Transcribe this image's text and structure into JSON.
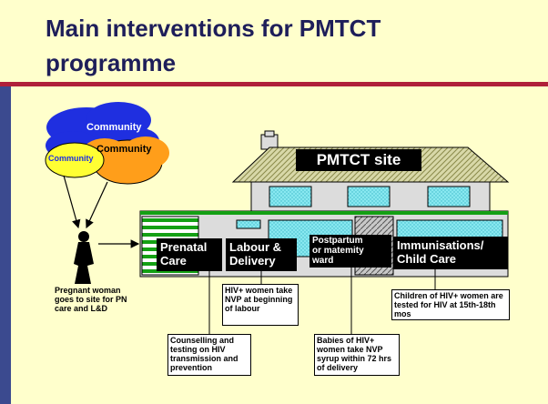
{
  "slide": {
    "title_line1": "Main interventions for PMTCT",
    "title_line2": "programme"
  },
  "clouds": {
    "top": "Community",
    "middle": "Community",
    "small": "Community"
  },
  "site": {
    "name": "PMTCT site"
  },
  "woman": {
    "caption": "Pregnant woman goes to site for PN care and L&D"
  },
  "rooms": [
    {
      "line1": "Prenatal",
      "line2": "Care"
    },
    {
      "line1": "Labour &",
      "line2": "Delivery"
    },
    {
      "line1": "Postpartum",
      "line2": "or matemity",
      "line3": "ward"
    },
    {
      "line1": "Immunisations/",
      "line2": "Child Care"
    }
  ],
  "notes": {
    "nvp_labour": "HIV+ women take NVP at beginning of labour",
    "children_tested": "Children of HIV+ women are tested for HIV at 15th-18th mos",
    "counselling": "Counselling and testing on HIV transmission and prevention",
    "babies_nvp": "Babies of HIV+ women take NVP syrup within 72 hrs of delivery"
  },
  "colors": {
    "background": "#ffffcc",
    "title": "#1e1e5a",
    "rule": "#b0203a",
    "sidebar": "#3b4a8f",
    "house_wall": "#dcdcdc",
    "roof": "#d8d8a8",
    "window": "#88e8f0",
    "green_stripe": "#14a014",
    "cloud_blue": "#1f2fe0",
    "cloud_orange": "#ff9e1a",
    "cloud_yellow": "#ffff33"
  }
}
